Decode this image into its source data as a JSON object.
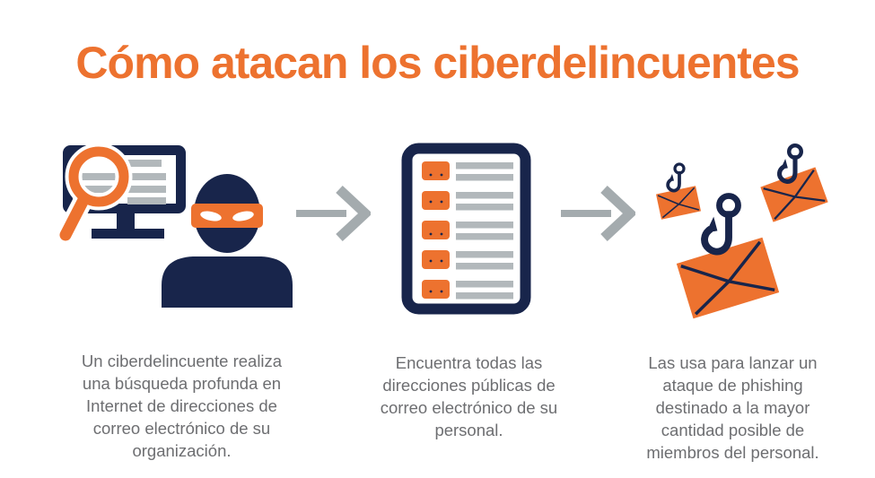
{
  "title": "Cómo atacan los ciberdelincuentes",
  "colors": {
    "accent_orange": "#ED722F",
    "navy": "#18254B",
    "caption_gray": "#6D6E71",
    "arrow_gray": "#A4ABAE",
    "bar_gray": "#B2B8BB",
    "background": "#FFFFFF"
  },
  "steps": [
    {
      "icon": "hacker-search-icon",
      "caption": "Un ciberdelincuente realiza\nuna búsqueda profunda en\nInternet de direcciones de\ncorreo electrónico de su\norganización."
    },
    {
      "icon": "email-list-icon",
      "caption": "Encuentra todas las\ndirecciones públicas de\ncorreo electrónico de su\npersonal."
    },
    {
      "icon": "phishing-envelopes-icon",
      "caption": "Las usa para lanzar un\nataque de phishing\ndestinado a la mayor\ncantidad posible de\nmiembros del personal."
    }
  ],
  "arrows": {
    "direction": "right",
    "count": 2
  }
}
